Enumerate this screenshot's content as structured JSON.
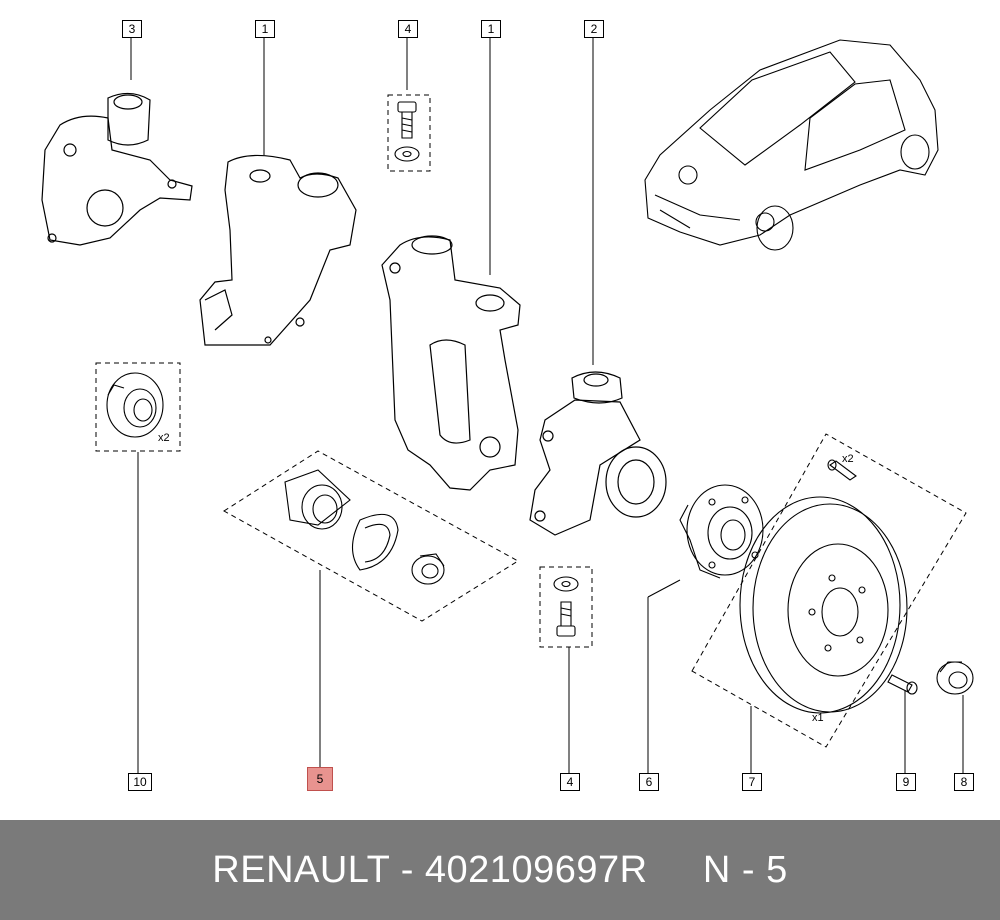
{
  "callouts": [
    {
      "id": "c3",
      "label": "3"
    },
    {
      "id": "c1a",
      "label": "1"
    },
    {
      "id": "c4a",
      "label": "4"
    },
    {
      "id": "c1b",
      "label": "1"
    },
    {
      "id": "c2",
      "label": "2"
    },
    {
      "id": "c10",
      "label": "10"
    },
    {
      "id": "c5",
      "label": "5"
    },
    {
      "id": "c4b",
      "label": "4"
    },
    {
      "id": "c6",
      "label": "6"
    },
    {
      "id": "c7",
      "label": "7"
    },
    {
      "id": "c9",
      "label": "9"
    },
    {
      "id": "c8",
      "label": "8"
    }
  ],
  "quantities": {
    "hub10": "x2",
    "screws": "x2",
    "disc": "x1"
  },
  "footer": {
    "brand": "RENAULT - 402109697R",
    "ref": "N - 5"
  },
  "colors": {
    "highlight": "#e8938f",
    "footer_bg": "#7a7a7a"
  }
}
